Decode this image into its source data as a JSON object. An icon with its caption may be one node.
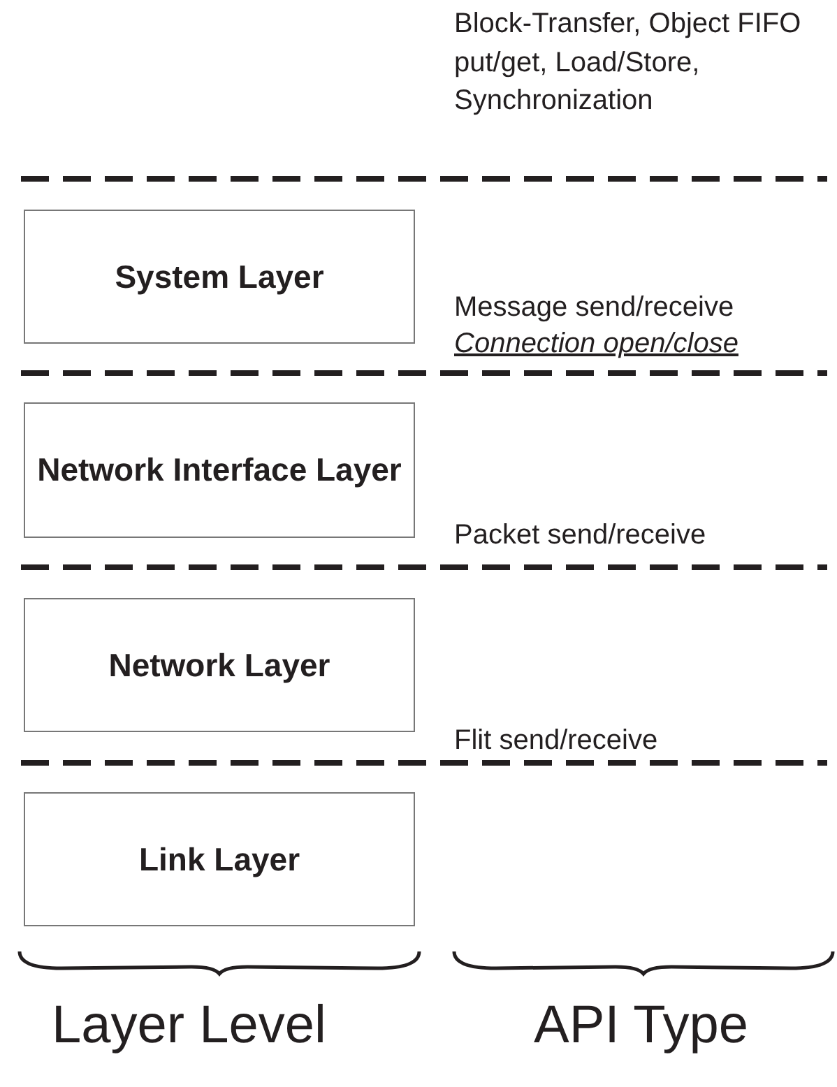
{
  "diagram": {
    "nodes": [
      {
        "text": [
          "System Layer"
        ]
      },
      {
        "text": [
          "Network Interface Layer"
        ]
      },
      {
        "text": [
          "Network Layer"
        ]
      },
      {
        "text": [
          "Link Layer"
        ]
      }
    ],
    "labels": [
      "Block-Transfer, Object FIFO put/get, Load/Store, Synchronization",
      "Message send/receive",
      "Connection open/close",
      "Packet send/receive",
      "Flit send/receive",
      "Layer Level",
      "API Type"
    ]
  }
}
